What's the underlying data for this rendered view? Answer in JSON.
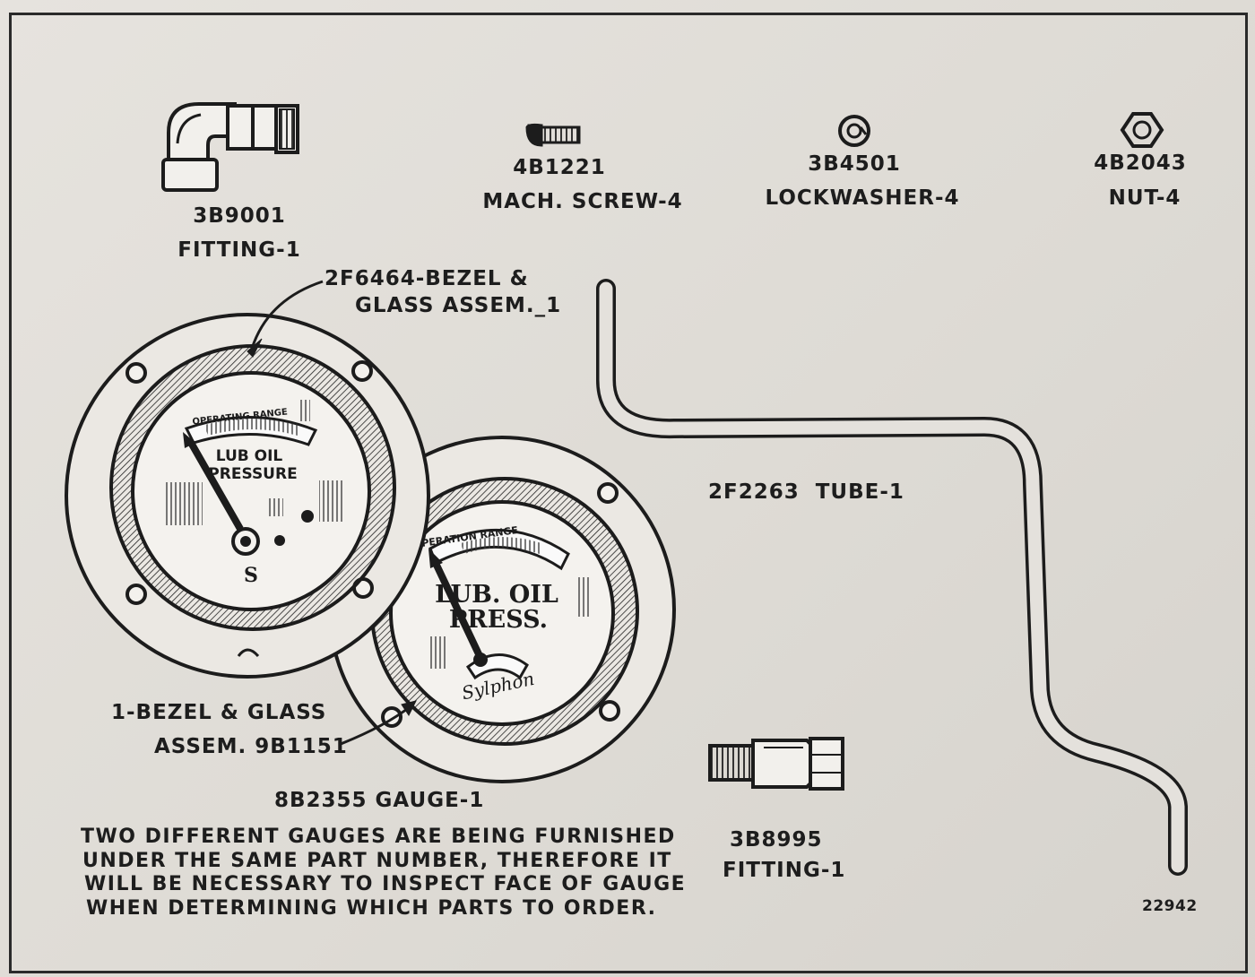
{
  "parts": {
    "fitting_elbow": {
      "number": "3B9001",
      "name": "FITTING-1"
    },
    "mach_screw": {
      "number": "4B1221",
      "name": "MACH. SCREW-4"
    },
    "lockwasher": {
      "number": "3B4501",
      "name": "LOCKWASHER-4"
    },
    "nut": {
      "number": "4B2043",
      "name": "NUT-4"
    },
    "tube": {
      "label": "2F2263  TUBE-1"
    },
    "fitting_straight": {
      "number": "3B8995",
      "name": "FITTING-1"
    },
    "bezel_top": {
      "line1": "2F6464-BEZEL &",
      "line2": "GLASS ASSEM._1"
    },
    "bezel_bottom": {
      "line1": "1-BEZEL & GLASS",
      "line2": "ASSEM. 9B1151"
    },
    "gauge": {
      "label": "8B2355 GAUGE-1"
    }
  },
  "gauge_left": {
    "range_label": "OPERATING RANGE",
    "face_line1": "LUB OIL",
    "face_line2": "PRESSURE",
    "emblem": "S"
  },
  "gauge_right": {
    "range_label": "OPERATION RANGE",
    "face_line1": "LUB. OIL",
    "face_line2": "PRESS.",
    "brand": "Sylphon"
  },
  "note": {
    "line1": "TWO DIFFERENT GAUGES ARE BEING FURNISHED",
    "line2": "UNDER THE SAME PART NUMBER, THEREFORE IT",
    "line3": "WILL BE NECESSARY TO INSPECT FACE OF GAUGE",
    "line4": "WHEN DETERMINING WHICH PARTS TO ORDER."
  },
  "figure_number": "22942"
}
